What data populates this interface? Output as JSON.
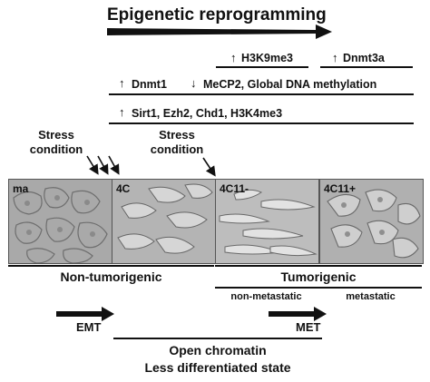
{
  "title": "Epigenetic reprogramming",
  "markers": {
    "h3k9me3": "H3K9me3",
    "dnmt3a": "Dnmt3a",
    "dnmt1": "Dnmt1",
    "mecp2": "MeCP2, Global DNA methylation",
    "sirt1": "Sirt1, Ezh2, Chd1, H3K4me3",
    "up_arrow": "↑",
    "down_arrow": "↓"
  },
  "stress": {
    "left_line1": "Stress",
    "left_line2": "condition",
    "right_line1": "Stress",
    "right_line2": "condition"
  },
  "panels": [
    {
      "label": "ma"
    },
    {
      "label": "4C"
    },
    {
      "label": "4C11-"
    },
    {
      "label": "4C11+"
    }
  ],
  "groups": {
    "non_tumorigenic": "Non-tumorigenic",
    "tumorigenic": "Tumorigenic",
    "non_metastatic": "non-metastatic",
    "metastatic": "metastatic"
  },
  "transitions": {
    "emt": "EMT",
    "met": "MET"
  },
  "state": {
    "line1": "Open chromatin",
    "line2": "Less differentiated state"
  }
}
